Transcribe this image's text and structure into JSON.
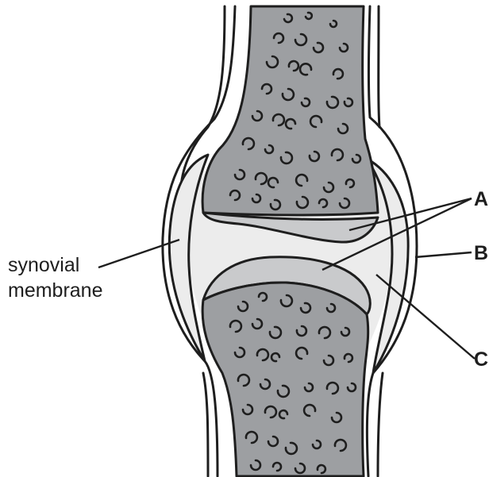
{
  "labels": {
    "synovial_line1": "synovial",
    "synovial_line2": "membrane",
    "a": "A",
    "b": "B",
    "c": "C"
  },
  "colors": {
    "bone": "#9d9fa2",
    "cartilage": "#c9cacc",
    "synovial_fluid": "#ececec",
    "outline": "#1e1e1e"
  }
}
